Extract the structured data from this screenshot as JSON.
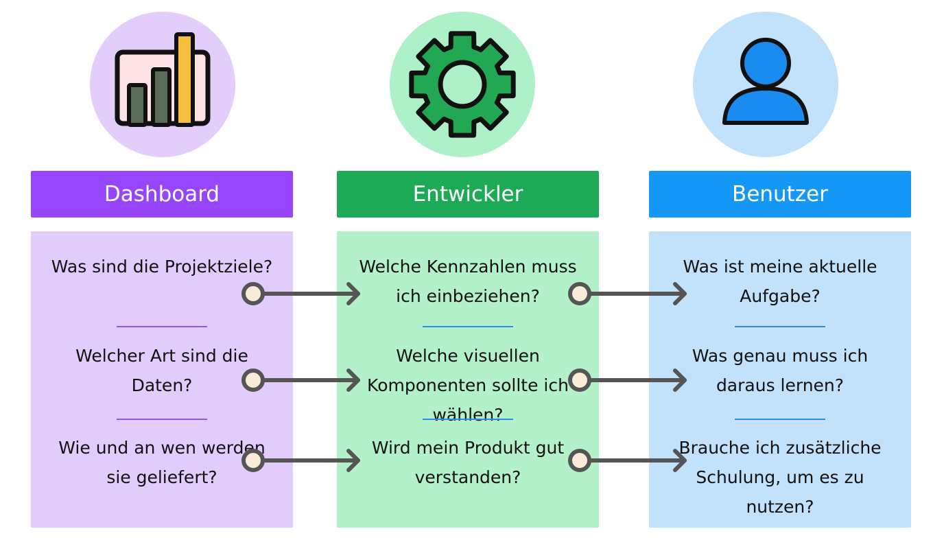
{
  "colors": {
    "dashboard_header": "#9645fa",
    "dashboard_panel": "#e2ccfc",
    "dashboard_circle": "#e3cdfb",
    "dashboard_divider": "#9a55e0",
    "entwickler_header": "#1daa57",
    "entwickler_panel": "#b2f1c9",
    "entwickler_circle": "#aef0c7",
    "entwickler_divider": "#2a8fe0",
    "benutzer_header": "#1598f5",
    "benutzer_panel": "#c2e1fb",
    "benutzer_circle": "#c2e1fb",
    "benutzer_divider": "#2a8fe0",
    "connector": "#555555",
    "connector_dot": "#f8ecd9"
  },
  "columns": [
    {
      "icon": "bar-chart-icon",
      "title": "Dashboard",
      "questions": [
        "Was sind die Projektziele?",
        "Welcher Art sind die Daten?",
        "Wie und an wen werden sie geliefert?"
      ]
    },
    {
      "icon": "gear-icon",
      "title": "Entwickler",
      "questions": [
        "Welche Kennzahlen muss ich einbeziehen?",
        "Welche visuellen Komponenten sollte ich wählen?",
        "Wird mein Produkt gut verstanden?"
      ]
    },
    {
      "icon": "user-icon",
      "title": "Benutzer",
      "questions": [
        "Was ist meine aktuelle Aufgabe?",
        "Was genau muss ich daraus lernen?",
        "Brauche ich zusätzliche Schulung, um es zu nutzen?"
      ]
    }
  ]
}
